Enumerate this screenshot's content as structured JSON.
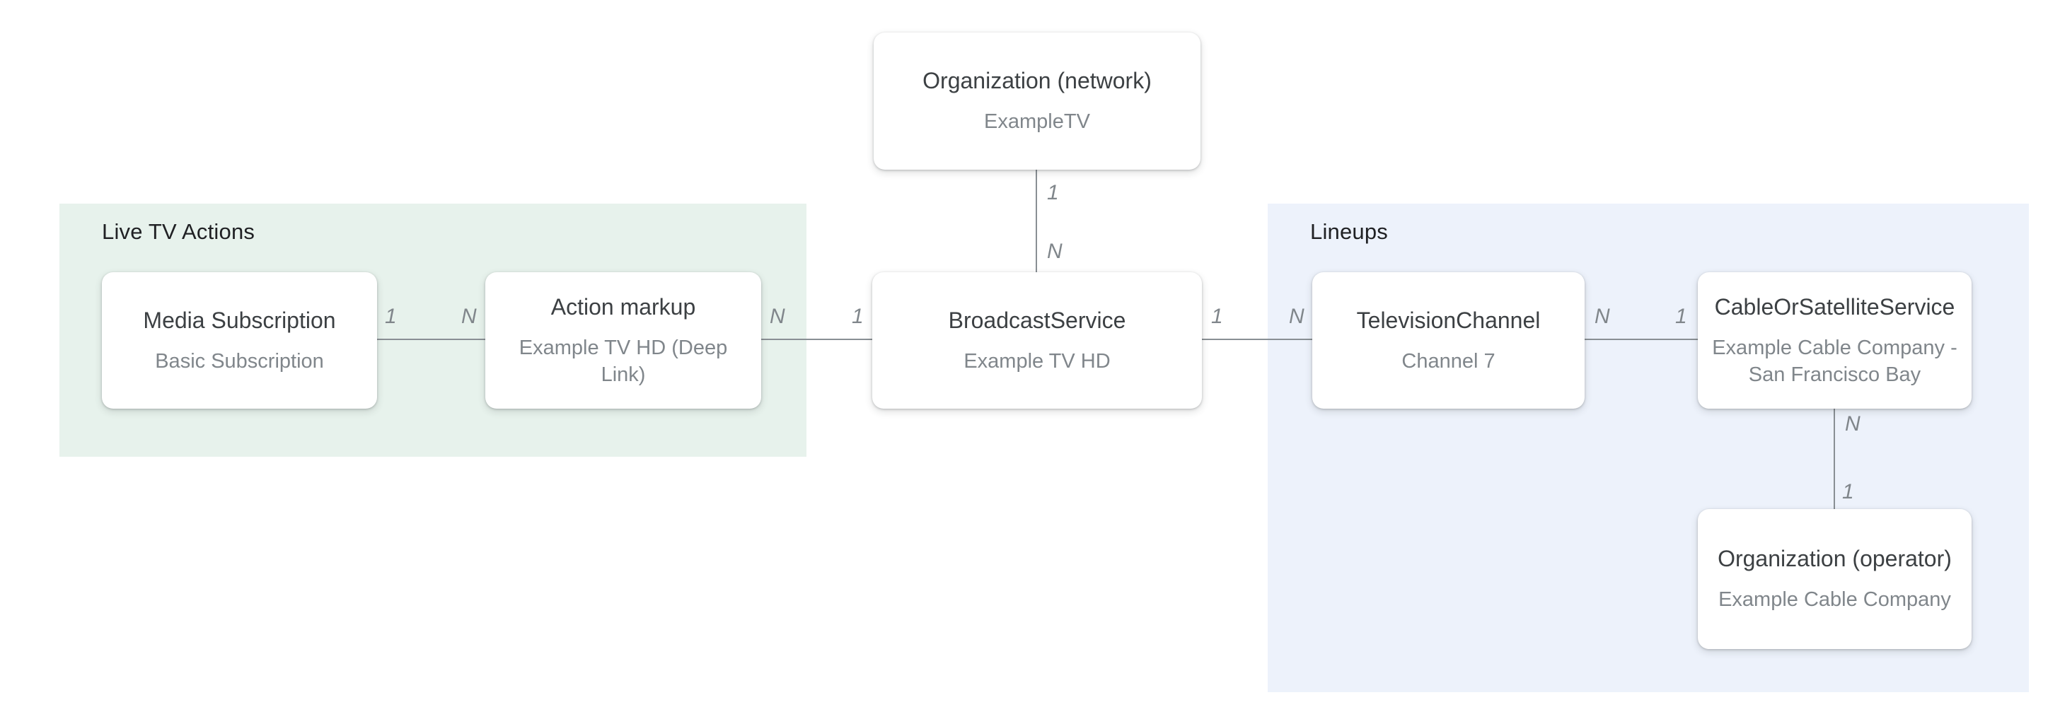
{
  "diagram": {
    "regions": {
      "live_tv_actions": {
        "label": "Live TV Actions"
      },
      "lineups": {
        "label": "Lineups"
      }
    },
    "nodes": {
      "organization_network": {
        "title": "Organization (network)",
        "subtitle": "ExampleTV"
      },
      "media_subscription": {
        "title": "Media Subscription",
        "subtitle": "Basic Subscription"
      },
      "action_markup": {
        "title": "Action markup",
        "subtitle": "Example TV HD (Deep Link)"
      },
      "broadcast_service": {
        "title": "BroadcastService",
        "subtitle": "Example TV HD"
      },
      "television_channel": {
        "title": "TelevisionChannel",
        "subtitle": "Channel 7"
      },
      "cable_or_satellite_service": {
        "title": "CableOrSatelliteService",
        "subtitle": "Example Cable Company - San Francisco Bay"
      },
      "organization_operator": {
        "title": "Organization (operator)",
        "subtitle": "Example Cable Company"
      }
    },
    "edges": {
      "organization_to_broadcast": {
        "from_label": "1",
        "to_label": "N"
      },
      "media_subscription_to_action_markup": {
        "from_label": "1",
        "to_label": "N"
      },
      "action_markup_to_broadcast": {
        "from_label": "N",
        "to_label": "1"
      },
      "broadcast_to_television_channel": {
        "from_label": "1",
        "to_label": "N"
      },
      "television_channel_to_cable": {
        "from_label": "N",
        "to_label": "1"
      },
      "cable_to_operator": {
        "from_label": "N",
        "to_label": "1"
      }
    },
    "colors": {
      "live_tv_actions_bg": "#e7f2ec",
      "lineups_bg": "#edf2fb",
      "connector": "#898f94",
      "node_title": "#3c4043",
      "node_subtitle": "#80868b",
      "heading": "#202124",
      "node_bg": "#ffffff"
    }
  }
}
